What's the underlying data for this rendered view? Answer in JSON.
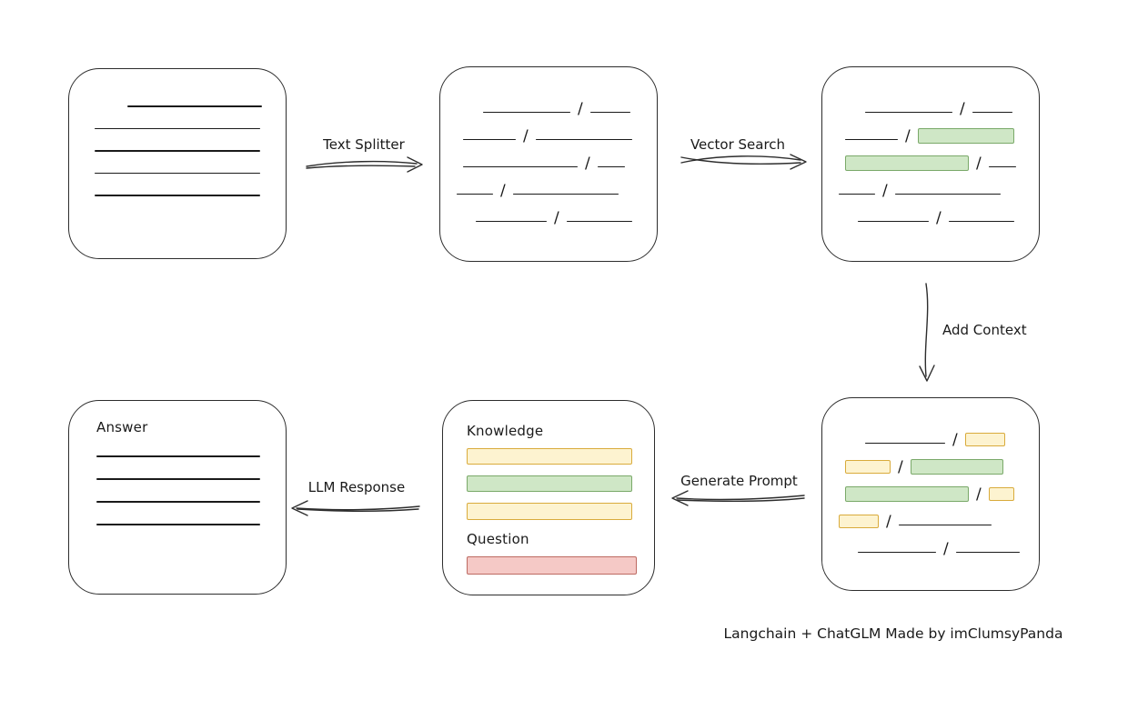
{
  "canvas": {
    "bg": "#ffffff"
  },
  "colors": {
    "bg": "#ffffff",
    "stroke": "#2d2d2d",
    "line": "#1a1a1a",
    "green_fill": "#cfe7c6",
    "green_stroke": "#7aa969",
    "yellow_fill": "#fdf3d0",
    "yellow_stroke": "#d9ab3c",
    "red_fill": "#f5c9c6",
    "red_stroke": "#bd6a62"
  },
  "symbols": {
    "slash": "/"
  },
  "arrows": {
    "text_splitter": {
      "label": "Text Splitter"
    },
    "vector_search": {
      "label": "Vector Search"
    },
    "add_context": {
      "label": "Add Context"
    },
    "generate_prompt": {
      "label": "Generate Prompt"
    },
    "llm_response": {
      "label": "LLM Response"
    }
  },
  "boxes": {
    "document": {
      "lines": [
        {
          "w": 148,
          "indent": 36
        },
        {
          "w": 182
        },
        {
          "w": 182
        },
        {
          "w": 182
        },
        {
          "w": 182
        }
      ]
    },
    "split_chunks": {
      "rows": [
        {
          "indent": 29,
          "segments": [
            {
              "type": "line",
              "w": 96
            },
            {
              "type": "slash"
            },
            {
              "type": "line",
              "w": 44
            }
          ]
        },
        {
          "indent": 7,
          "segments": [
            {
              "type": "line",
              "w": 58
            },
            {
              "type": "slash"
            },
            {
              "type": "line",
              "w": 106
            }
          ]
        },
        {
          "indent": 7,
          "segments": [
            {
              "type": "line",
              "w": 126
            },
            {
              "type": "slash"
            },
            {
              "type": "line",
              "w": 30
            }
          ]
        },
        {
          "indent": 0,
          "segments": [
            {
              "type": "line",
              "w": 40
            },
            {
              "type": "slash"
            },
            {
              "type": "line",
              "w": 116
            }
          ]
        },
        {
          "indent": 21,
          "segments": [
            {
              "type": "line",
              "w": 78
            },
            {
              "type": "slash"
            },
            {
              "type": "line",
              "w": 72
            }
          ]
        }
      ]
    },
    "searched_chunks": {
      "rows": [
        {
          "indent": 29,
          "segments": [
            {
              "type": "line",
              "w": 96
            },
            {
              "type": "slash"
            },
            {
              "type": "line",
              "w": 44
            }
          ]
        },
        {
          "indent": 7,
          "segments": [
            {
              "type": "line",
              "w": 58
            },
            {
              "type": "slash"
            },
            {
              "type": "green",
              "w": 106
            }
          ]
        },
        {
          "indent": 7,
          "segments": [
            {
              "type": "green",
              "w": 136
            },
            {
              "type": "slash"
            },
            {
              "type": "line",
              "w": 30
            }
          ]
        },
        {
          "indent": 0,
          "segments": [
            {
              "type": "line",
              "w": 40
            },
            {
              "type": "slash"
            },
            {
              "type": "line",
              "w": 116
            }
          ]
        },
        {
          "indent": 21,
          "segments": [
            {
              "type": "line",
              "w": 78
            },
            {
              "type": "slash"
            },
            {
              "type": "line",
              "w": 72
            }
          ]
        }
      ]
    },
    "context_chunks": {
      "rows": [
        {
          "indent": 29,
          "segments": [
            {
              "type": "line",
              "w": 88
            },
            {
              "type": "slash"
            },
            {
              "type": "yellow",
              "w": 44
            }
          ]
        },
        {
          "indent": 7,
          "segments": [
            {
              "type": "yellow",
              "w": 50
            },
            {
              "type": "slash"
            },
            {
              "type": "green",
              "w": 102
            }
          ]
        },
        {
          "indent": 7,
          "segments": [
            {
              "type": "green",
              "w": 136
            },
            {
              "type": "slash"
            },
            {
              "type": "yellow",
              "w": 28
            }
          ]
        },
        {
          "indent": 0,
          "segments": [
            {
              "type": "yellow",
              "w": 44
            },
            {
              "type": "slash"
            },
            {
              "type": "line",
              "w": 102
            }
          ]
        },
        {
          "indent": 21,
          "segments": [
            {
              "type": "line",
              "w": 86
            },
            {
              "type": "slash"
            },
            {
              "type": "line",
              "w": 70
            }
          ]
        }
      ]
    },
    "prompt": {
      "knowledge_label": "Knowledge",
      "knowledge_bars": [
        {
          "color": "yellow",
          "w": 180,
          "h": 16
        },
        {
          "color": "green",
          "w": 180,
          "h": 16
        },
        {
          "color": "yellow",
          "w": 180,
          "h": 17
        }
      ],
      "question_label": "Question",
      "question_bars": [
        {
          "color": "red",
          "w": 185,
          "h": 18
        }
      ]
    },
    "answer": {
      "title": "Answer",
      "lines": [
        {
          "w": 180
        },
        {
          "w": 180
        },
        {
          "w": 180
        },
        {
          "w": 180
        }
      ]
    }
  },
  "caption": "Langchain + ChatGLM Made by imClumsyPanda"
}
